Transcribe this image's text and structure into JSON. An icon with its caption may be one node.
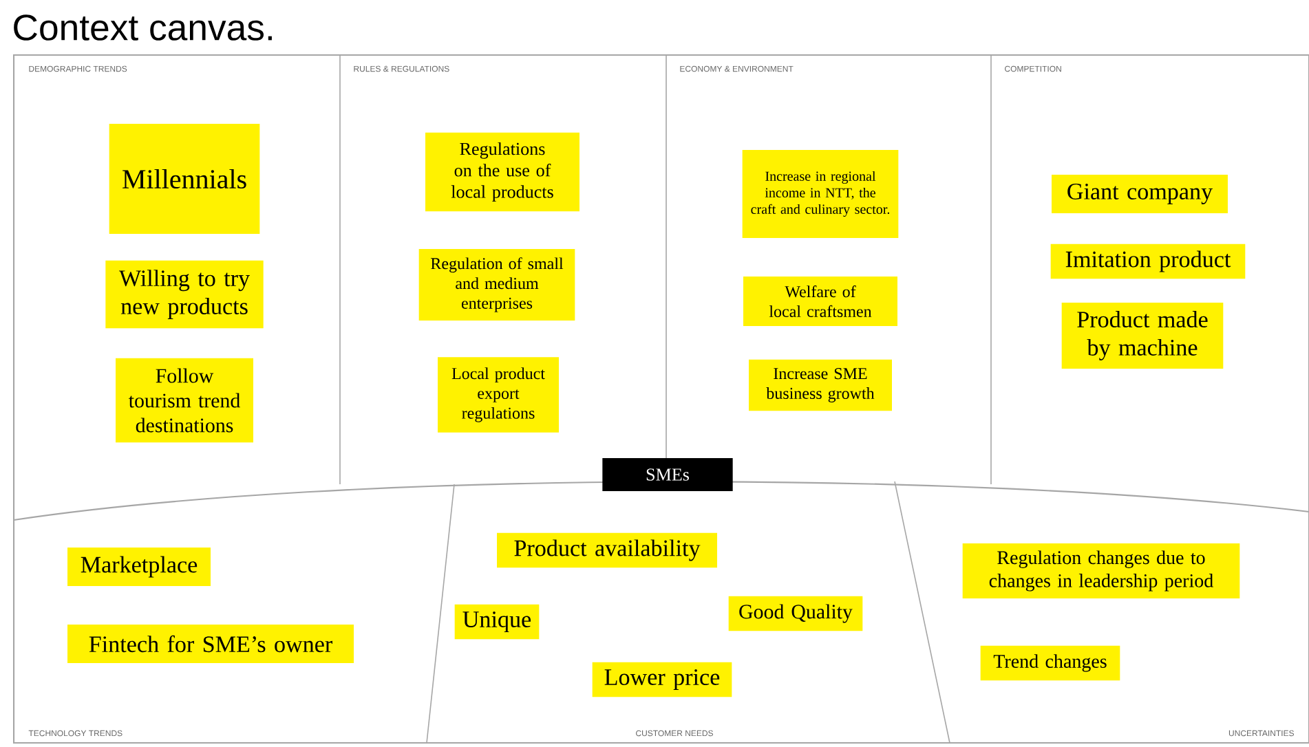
{
  "diagram": {
    "title": "Context canvas.",
    "nodes": [
      {
        "text": [
          "Millennials"
        ]
      },
      {
        "text": [
          "Willing to try new products"
        ]
      },
      {
        "text": [
          "Follow tourism trend destinations"
        ]
      },
      {
        "text": [
          "Regulations on the use of local products"
        ]
      },
      {
        "text": [
          "Regulation of small and medium enterprises"
        ]
      },
      {
        "text": [
          "Local product export regulations"
        ]
      },
      {
        "text": [
          "Increase in regional income in NTT, the craft and culinary sector."
        ]
      },
      {
        "text": [
          "Welfare of local craftsmen"
        ]
      },
      {
        "text": [
          "Increase SME business growth"
        ]
      },
      {
        "text": [
          "Giant company"
        ]
      },
      {
        "text": [
          "Imitation product"
        ]
      },
      {
        "text": [
          "Product made by machine"
        ]
      },
      {
        "text": [
          "SMEs"
        ]
      },
      {
        "text": [
          "Marketplace"
        ]
      },
      {
        "text": [
          "Fintech for SME’s owner"
        ]
      },
      {
        "text": [
          "Product availability"
        ]
      },
      {
        "text": [
          "Unique"
        ]
      },
      {
        "text": [
          "Good Quality"
        ]
      },
      {
        "text": [
          "Lower price"
        ]
      },
      {
        "text": [
          "Regulation changes due to changes in leadership period"
        ]
      },
      {
        "text": [
          "Trend changes"
        ]
      }
    ],
    "labels": [
      "DEMOGRAPHIC TRENDS",
      "RULES & REGULATIONS",
      "ECONOMY & ENVIRONMENT",
      "COMPETITION",
      "TECHNOLOGY TRENDS",
      "CUSTOMER NEEDS",
      "UNCERTAINTIES"
    ]
  }
}
